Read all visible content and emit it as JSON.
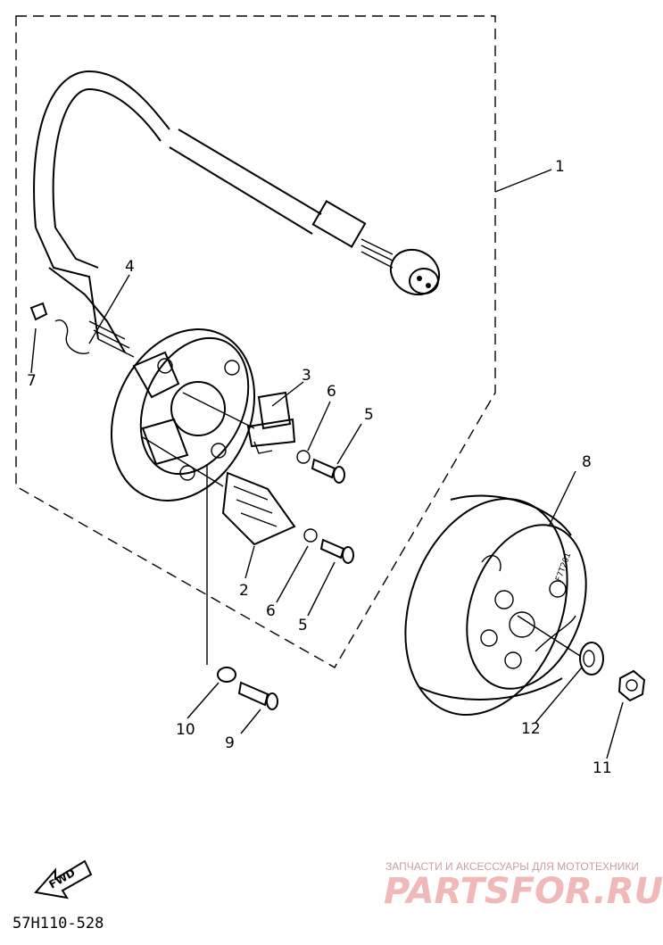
{
  "callouts": {
    "c1": "1",
    "c2": "2",
    "c3": "3",
    "c4": "4",
    "c5a": "5",
    "c5b": "5",
    "c6a": "6",
    "c6b": "6",
    "c7": "7",
    "c8": "8",
    "c9": "9",
    "c10": "10",
    "c11": "11",
    "c12": "12"
  },
  "rotor_marking": "F7T201",
  "fwd_label": "FWD",
  "diagram_code": "57H110-528",
  "watermark": {
    "tagline": "ЗАПЧАСТИ И АКСЕССУАРЫ ДЛЯ МОТОТЕХНИКИ",
    "logo": "PARTSFOR.RU"
  },
  "colors": {
    "line": "#000000",
    "background": "#ffffff",
    "watermark": "#f0b8b8"
  }
}
